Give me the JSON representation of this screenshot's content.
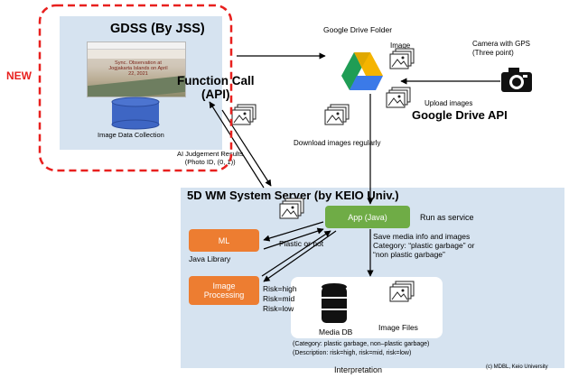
{
  "gdss": {
    "title": "GDSS (By JSS)",
    "screenshot_caption": "Sync. Observation at Jogjakarta Islands on April 22, 2021",
    "function_call_line1": "Function Call",
    "function_call_line2": "(API)",
    "image_data_collection": "Image Data Collection",
    "new_label": "NEW"
  },
  "ai_results": {
    "line1": "AI Judgement Results",
    "line2": "(Photo ID, (0, 1))"
  },
  "drive": {
    "folder_label": "Google Drive Folder",
    "image_label": "Image",
    "camera_line1": "Camera with GPS",
    "camera_line2": "(Three point)",
    "upload_label": "Upload images",
    "api_label": "Google Drive API",
    "download_label": "Download images regularly"
  },
  "server": {
    "title": "5D WM System Server (by KEIO Univ.)",
    "app_label": "App (Java)",
    "run_service": "Run as service",
    "save_line1": "Save media info and images",
    "save_line2": "Category: “plastic garbage” or",
    "save_line3": "“non plastic garbage”",
    "ml_label": "ML",
    "java_library": "Java Library",
    "plastic_or_not": "Plastic or not",
    "image_processing_line1": "Image",
    "image_processing_line2": "Processing",
    "risk_high": "Risk=high",
    "risk_mid": "Risk=mid",
    "risk_low": "Risk=low",
    "media_db": "Media DB",
    "image_files": "Image Files",
    "category_line": "(Category: plastic garbage, non–plastic garbage)",
    "description_line": "(Description: risk=high, risk=mid, risk=low)",
    "interpretation": "Interpretation"
  },
  "footer": {
    "copyright": "(c) MDBL, Keio University"
  },
  "colors": {
    "new_red": "#e8201e",
    "panel_blue": "#d6e3f0",
    "app_green": "#6fac46",
    "module_orange": "#ed7d31"
  }
}
